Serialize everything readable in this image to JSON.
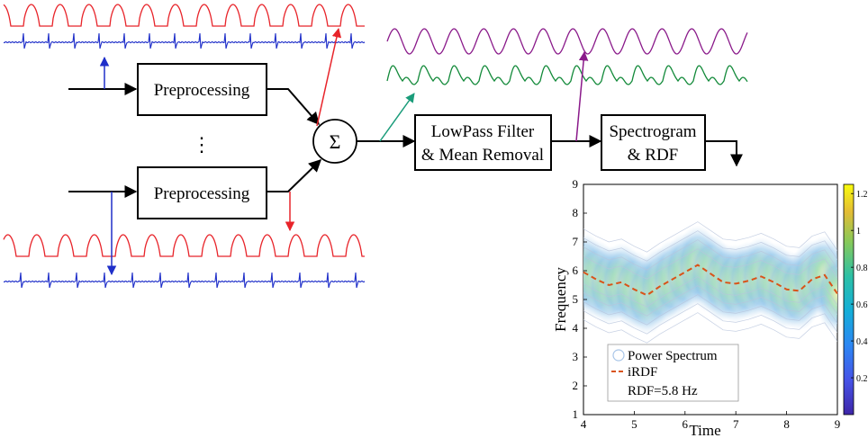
{
  "diagram": {
    "blocks": {
      "preprocessing_top": "Preprocessing",
      "preprocessing_bottom": "Preprocessing",
      "ellipsis": "⋮",
      "summation": "Σ",
      "lowpass_line1": "LowPass Filter",
      "lowpass_line2": "& Mean Removal",
      "spectrogram_line1": "Spectrogram",
      "spectrogram_line2": "& RDF"
    },
    "colors": {
      "ppg": "#e8242a",
      "ecg": "#1f2fc9",
      "summed": "#138a3a",
      "filtered": "#8a1a8a",
      "sum_arrow": "#1a9c7a",
      "box": "#000000"
    }
  },
  "chart_data": {
    "type": "heatmap",
    "xlabel": "Time",
    "ylabel": "Frequency",
    "xlim": [
      4,
      9
    ],
    "ylim": [
      1,
      9
    ],
    "xticks": [
      "4",
      "5",
      "6",
      "7",
      "8",
      "9"
    ],
    "yticks": [
      "1",
      "2",
      "3",
      "4",
      "5",
      "6",
      "7",
      "8",
      "9"
    ],
    "colorbar": {
      "ticks": [
        "0.2",
        "0.4",
        "0.6",
        "0.8",
        "1",
        "1.2"
      ],
      "range": [
        0,
        1.25
      ]
    },
    "series": [
      {
        "name": "iRDF",
        "style": "dashed",
        "color": "#d95319",
        "x": [
          4.0,
          4.25,
          4.5,
          4.75,
          5.0,
          5.25,
          5.5,
          5.75,
          6.0,
          6.25,
          6.5,
          6.75,
          7.0,
          7.25,
          7.5,
          7.75,
          8.0,
          8.25,
          8.5,
          8.75,
          9.0
        ],
        "y": [
          5.95,
          5.7,
          5.5,
          5.6,
          5.35,
          5.15,
          5.45,
          5.7,
          5.95,
          6.2,
          5.9,
          5.6,
          5.55,
          5.65,
          5.8,
          5.6,
          5.35,
          5.3,
          5.7,
          5.85,
          5.2
        ]
      }
    ],
    "legend": {
      "power_spectrum": "Power Spectrum",
      "irdf": "iRDF",
      "rdf_text": "RDF=5.8 Hz",
      "position": "bottom-left"
    }
  }
}
